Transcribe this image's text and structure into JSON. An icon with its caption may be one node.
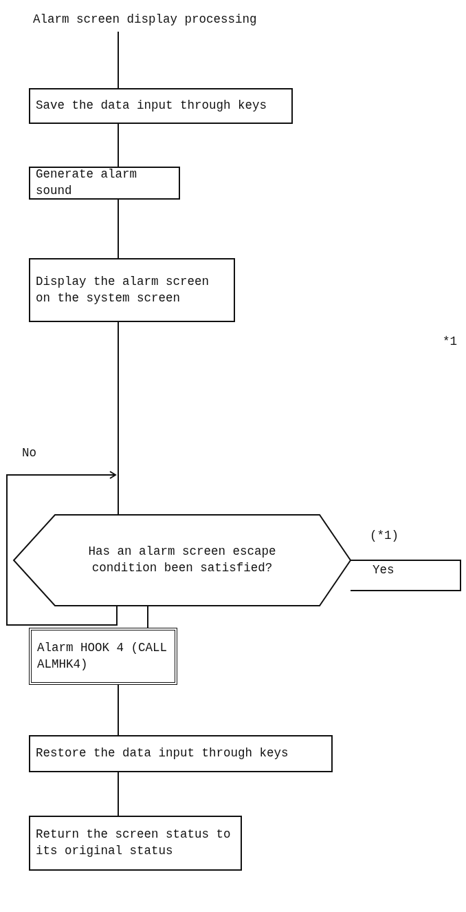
{
  "diagram": {
    "nodes": [
      {
        "text": [
          "Alarm screen display processing"
        ]
      },
      {
        "text": [
          "Save the data input through keys"
        ]
      },
      {
        "text": [
          "Generate alarm sound"
        ]
      },
      {
        "text": [
          "Display the alarm screen on the system screen"
        ]
      },
      {
        "text": [
          "Has an alarm screen escape condition been satisfied?"
        ]
      },
      {
        "text": [
          "Alarm HOOK 4 (CALL ALMHK4)"
        ]
      },
      {
        "text": [
          "Restore the data input through keys"
        ]
      },
      {
        "text": [
          "Return the screen status to its original status"
        ]
      }
    ],
    "edges": [
      {
        "from": 0,
        "to": 1,
        "arrow": "none"
      },
      {
        "from": 1,
        "to": 2,
        "arrow": "none"
      },
      {
        "from": 2,
        "to": 3,
        "arrow": "none"
      },
      {
        "from": 3,
        "to": 4,
        "arrow": "none"
      },
      {
        "from": 4,
        "to": 4,
        "arrow": "to",
        "label": "No"
      },
      {
        "from": 4,
        "to": 5,
        "arrow": "none",
        "label": "Yes"
      },
      {
        "from": 5,
        "to": 6,
        "arrow": "none"
      },
      {
        "from": 6,
        "to": 7,
        "arrow": "none"
      }
    ],
    "labels": [
      "*1",
      "(*1)"
    ]
  }
}
